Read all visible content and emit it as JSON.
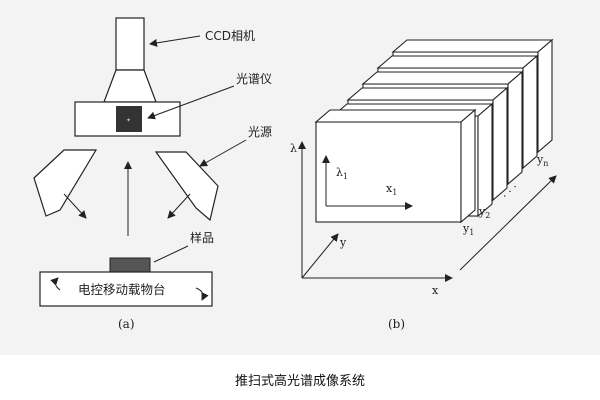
{
  "labels": {
    "ccd_camera": "CCD相机",
    "spectrometer": "光谱仪",
    "light_source": "光源",
    "sample": "样品",
    "stage": "电控移动载物台",
    "panel_a": "(a)",
    "panel_b": "(b)"
  },
  "axes": {
    "lambda_axis": "λ",
    "x_axis": "x",
    "y_axis": "y",
    "lambda_1": "λ",
    "lambda_1_sub": "1",
    "x_1": "x",
    "x_1_sub": "1",
    "y_1": "y",
    "y_1_sub": "1",
    "y_2": "y",
    "y_2_sub": "2",
    "y_n": "y",
    "y_n_sub": "n",
    "ellipsis": "·  ·  ·"
  },
  "caption": "推扫式高光谱成像系统"
}
